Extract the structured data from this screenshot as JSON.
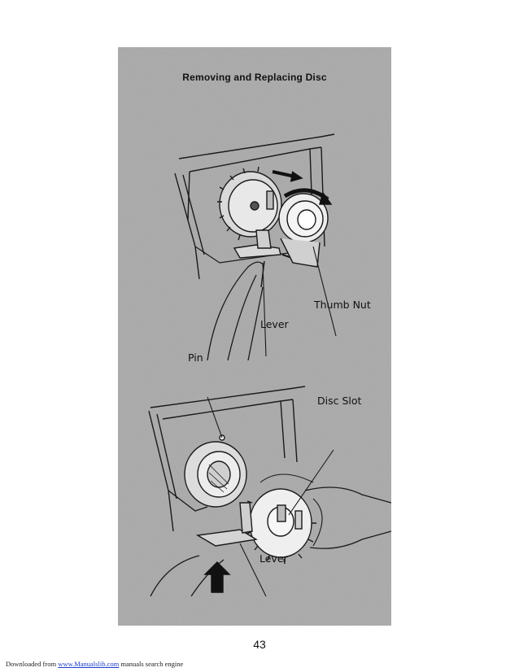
{
  "figure": {
    "title": "Removing and Replacing Disc",
    "top_labels": {
      "thumb_nut": "Thumb Nut",
      "lever": "Lever"
    },
    "bottom_labels": {
      "pin": "Pin",
      "disc_slot": "Disc Slot",
      "lever": "Lever"
    }
  },
  "page": {
    "number": "43"
  },
  "footer": {
    "prefix": "Downloaded from",
    "link_text": "www.Manualslib.com",
    "suffix": "manuals search engine"
  },
  "colors": {
    "panel_bg": "#a9a9a9",
    "link": "#1a3cc8"
  }
}
